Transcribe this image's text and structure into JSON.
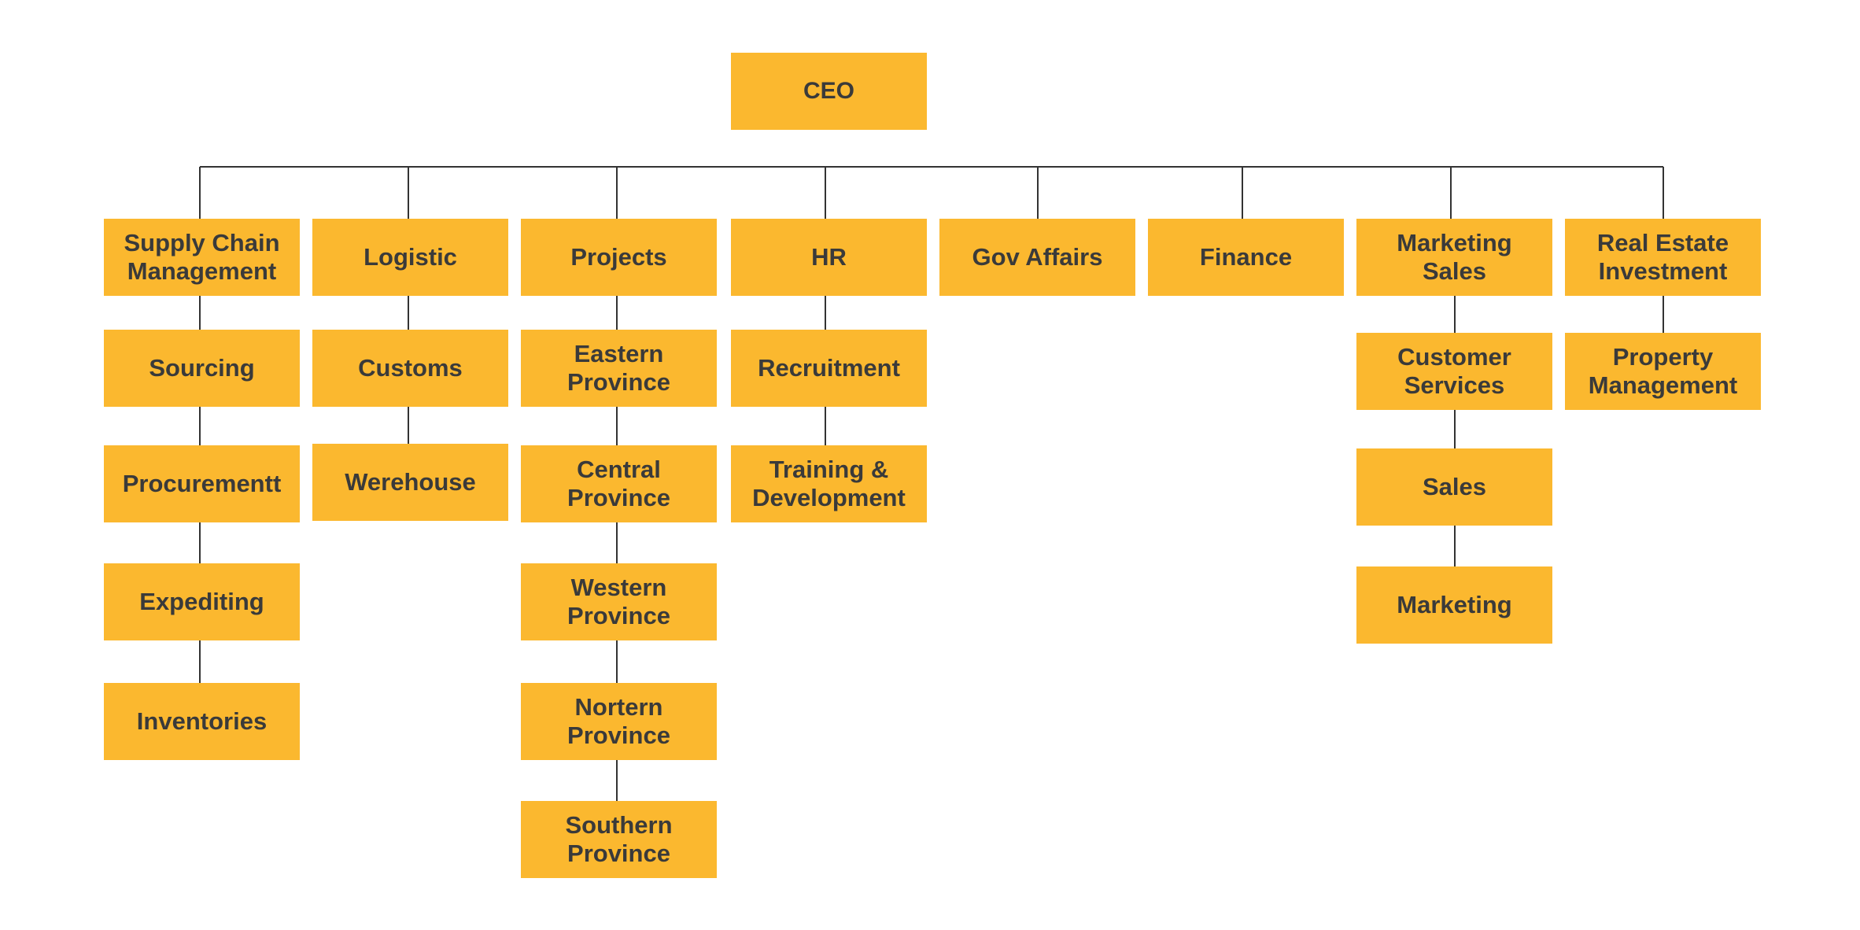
{
  "colors": {
    "box_fill": "#FBB82F",
    "text": "#3a3a3a",
    "connector": "#333333",
    "background": "#ffffff"
  },
  "org": {
    "ceo": "CEO",
    "departments": [
      {
        "label": "Supply Chain\nManagement",
        "children": [
          "Sourcing",
          "Procurementt",
          "Expediting",
          "Inventories"
        ]
      },
      {
        "label": "Logistic",
        "children": [
          "Customs",
          "Werehouse"
        ]
      },
      {
        "label": "Projects",
        "children": [
          "Eastern\nProvince",
          "Central\nProvince",
          "Western\nProvince",
          "Nortern\nProvince",
          "Southern\nProvince"
        ]
      },
      {
        "label": "HR",
        "children": [
          "Recruitment",
          "Training &\nDevelopment"
        ]
      },
      {
        "label": "Gov Affairs",
        "children": []
      },
      {
        "label": "Finance",
        "children": []
      },
      {
        "label": "Marketing\nSales",
        "children": [
          "Customer\nServices",
          "Sales",
          "Marketing"
        ]
      },
      {
        "label": "Real Estate\nInvestment",
        "children": [
          "Property\nManagement"
        ]
      }
    ]
  }
}
